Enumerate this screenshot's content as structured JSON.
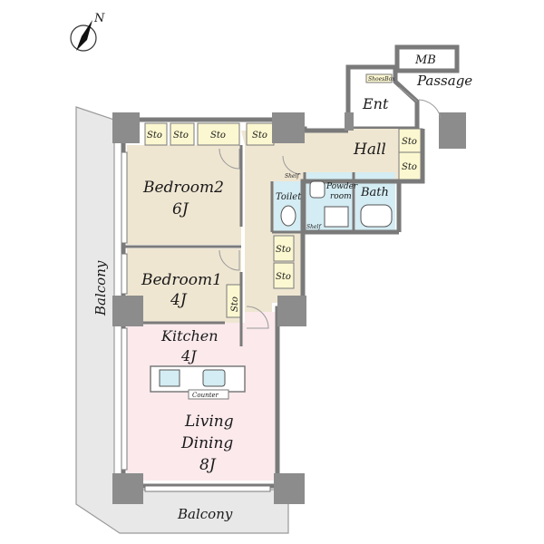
{
  "compass": {
    "north_label": "N"
  },
  "rooms": {
    "bedroom2": {
      "name": "Bedroom2",
      "size": "6J"
    },
    "bedroom1": {
      "name": "Bedroom1",
      "size": "4J"
    },
    "kitchen": {
      "name": "Kitchen",
      "size": "4J"
    },
    "living": {
      "line1": "Living",
      "line2": "Dining",
      "size": "8J"
    },
    "hall": "Hall",
    "ent": "Ent",
    "toilet": "Toilet",
    "powder": {
      "line1": "Powder",
      "line2": "room"
    },
    "bath": "Bath",
    "mb": "MB",
    "passage": "Passage",
    "balcony_left": "Balcony",
    "balcony_bottom": "Balcony"
  },
  "storage_label": "Sto",
  "shelf_label": "Shelf",
  "shoes_box_label": "ShoesBox",
  "counter_label": "Counter",
  "colors": {
    "bedroom": "#efe6d2",
    "hall": "#efe6d2",
    "living": "#fbe9ec",
    "wet": "#d4ecf3",
    "storage": "#fbf7d0",
    "balcony": "#e8e8e8",
    "wall": "#7a7a7a",
    "pillar": "#8c8c8c"
  }
}
